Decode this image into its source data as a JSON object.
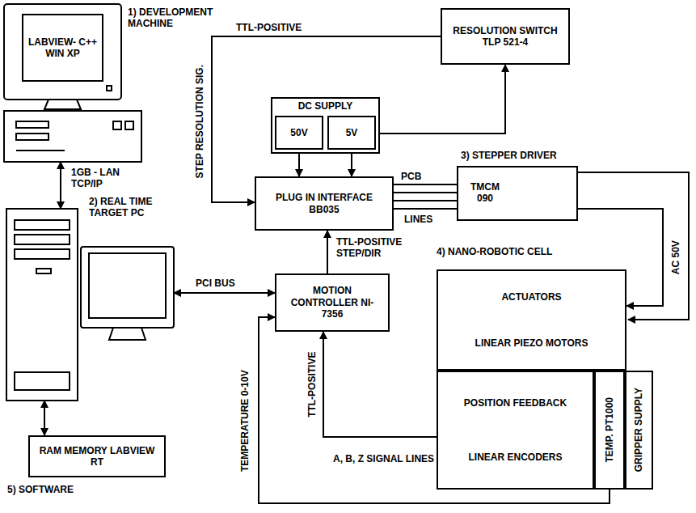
{
  "diagram": {
    "nodes": [
      {
        "text": [
          "1) DEVELOPMENT MACHINE",
          "LABVIEW- C++ WIN XP"
        ]
      },
      {
        "text": [
          "2) REAL TIME TARGET PC"
        ]
      },
      {
        "text": [
          "RAM MEMORY LABVIEW RT",
          "5) SOFTWARE"
        ]
      },
      {
        "text": [
          "DC SUPPLY"
        ]
      },
      {
        "text": [
          "50V"
        ],
        "in": 3
      },
      {
        "text": [
          "5V"
        ],
        "in": 3
      },
      {
        "text": [
          "RESOLUTION SWITCH TLP 521-4"
        ]
      },
      {
        "text": [
          "PLUG IN INTERFACE BB035"
        ]
      },
      {
        "text": [
          "3) STEPPER DRIVER",
          "TMCM 090"
        ]
      },
      {
        "text": [
          "MOTION CONTROLLER NI-7356"
        ]
      },
      {
        "text": [
          "4) NANO-ROBOTIC CELL"
        ]
      },
      {
        "text": [
          "ACTUATORS",
          "LINEAR PIEZO MOTORS"
        ],
        "in": 10
      },
      {
        "text": [
          "POSITION FEEDBACK",
          "LINEAR ENCODERS"
        ],
        "in": 10
      },
      {
        "text": [
          "TEMP. PT1000"
        ],
        "in": 10
      },
      {
        "text": [
          "GRIPPER SUPPLY"
        ],
        "in": 10
      }
    ],
    "edges": [
      {
        "from": 0,
        "to": 1,
        "arrow": "both",
        "label": "1GB - LAN TCP/IP"
      },
      {
        "from": 1,
        "to": 2,
        "arrow": "both"
      },
      {
        "from": 1,
        "to": 9,
        "arrow": "both",
        "label": "PCI BUS"
      },
      {
        "from": 9,
        "to": 7,
        "arrow": "to",
        "label": "TTL-POSITIVE STEP/DIR"
      },
      {
        "from": 4,
        "to": 7,
        "arrow": "to"
      },
      {
        "from": 5,
        "to": 7,
        "arrow": "to"
      },
      {
        "from": 5,
        "to": 6,
        "arrow": "to"
      },
      {
        "from": 6,
        "to": 7,
        "arrow": "to",
        "label": "TTL-POSITIVE"
      },
      {
        "from": 7,
        "to": 8,
        "arrow": "none",
        "label": "PCB"
      },
      {
        "from": 8,
        "to": 11,
        "arrow": "to",
        "label": "AC 50V"
      },
      {
        "from": 12,
        "to": 9,
        "arrow": "to",
        "label": "A, B, Z SIGNAL LINES"
      },
      {
        "from": 13,
        "to": 9,
        "arrow": "to",
        "label": "TEMPERATURE 0-10V"
      }
    ],
    "labels": [
      "STEP RESOLUTION SIG.",
      "LINES",
      "TTL-POSITIVE"
    ]
  }
}
